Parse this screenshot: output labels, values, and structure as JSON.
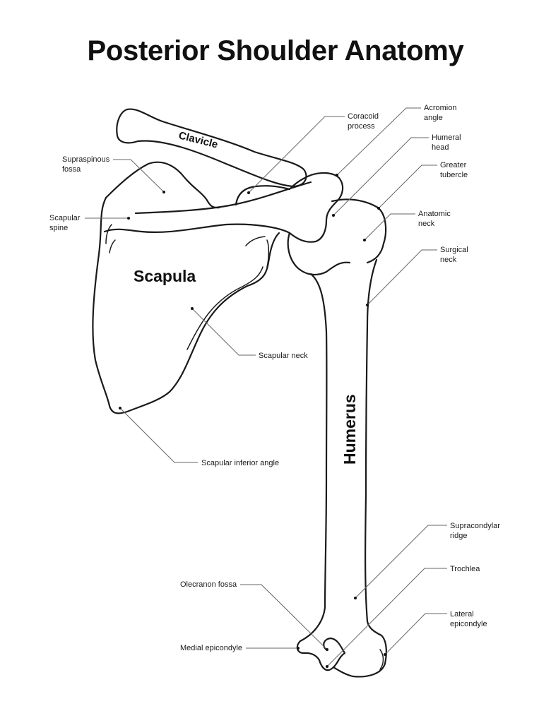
{
  "title": "Posterior Shoulder Anatomy",
  "colors": {
    "ink": "#1a1a1a",
    "leader": "#666666",
    "background": "#ffffff"
  },
  "bones": {
    "clavicle": "Clavicle",
    "scapula": "Scapula",
    "humerus": "Humerus"
  },
  "labels": {
    "supraspinous_fossa": [
      "Supraspinous",
      "fossa"
    ],
    "scapular_spine": [
      "Scapular",
      "spine"
    ],
    "coracoid_process": [
      "Coracoid",
      "process"
    ],
    "acromion_angle": [
      "Acromion",
      "angle"
    ],
    "humeral_head": [
      "Humeral",
      "head"
    ],
    "greater_tubercle": [
      "Greater",
      "tubercle"
    ],
    "anatomic_neck": [
      "Anatomic",
      "neck"
    ],
    "surgical_neck": [
      "Surgical",
      "neck"
    ],
    "scapular_neck": [
      "Scapular neck"
    ],
    "scapular_inferior_angle": [
      "Scapular inferior angle"
    ],
    "supracondylar_ridge": [
      "Supracondylar",
      "ridge"
    ],
    "trochlea": [
      "Trochlea"
    ],
    "olecranon_fossa": [
      "Olecranon fossa"
    ],
    "lateral_epicondyle": [
      "Lateral",
      "epicondyle"
    ],
    "medial_epicondyle": [
      "Medial epicondyle"
    ]
  }
}
